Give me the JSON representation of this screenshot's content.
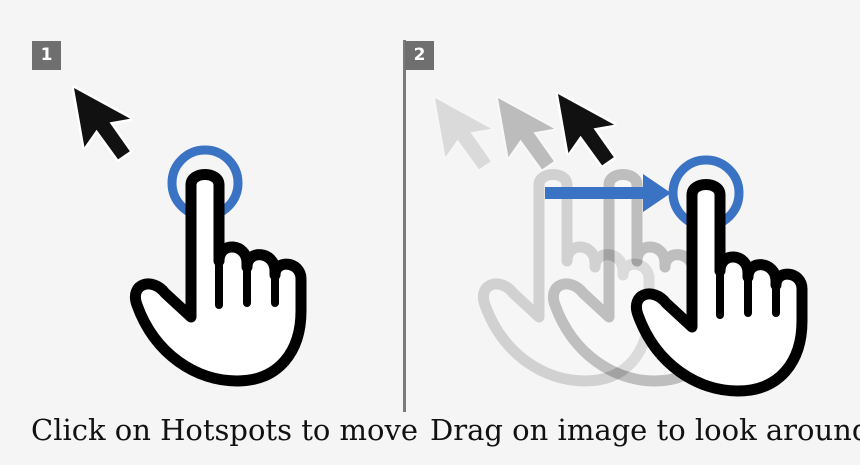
{
  "panels": [
    {
      "number": "1",
      "caption": "Click on Hotspots to move"
    },
    {
      "number": "2",
      "caption": "Drag on image to look around"
    }
  ],
  "icons": {
    "cursor": "mouse-pointer-icon",
    "hand": "pointing-hand-icon",
    "arrow": "right-arrow-icon"
  },
  "colors": {
    "accent": "#3b73c4",
    "badge": "#6f6f6f",
    "divider": "#7a7a7a",
    "background": "#f5f5f5"
  }
}
